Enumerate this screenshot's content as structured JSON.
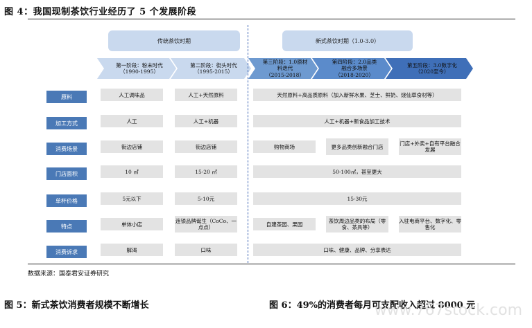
{
  "figure4_title": "图 4：我国现制茶饮行业经历了 5 个发展阶段",
  "period_traditional": "传统茶饮时期",
  "period_new": "新式茶饮时期（1.0-3.0）",
  "stages": [
    {
      "line1": "第一阶段：粉末时代",
      "line2": "（1990-1995）"
    },
    {
      "line1": "第二阶段：街头时代",
      "line2": "（1995-2015）"
    },
    {
      "line1": "第三阶段：1.0原材",
      "line2": "料迭代",
      "line3": "（2015-2018）"
    },
    {
      "line1": "第四阶段：2.0品类",
      "line2": "融合多场景",
      "line3": "（2018-2020）"
    },
    {
      "line1": "第五阶段：3.0数字化",
      "line2": "（2020至今）"
    }
  ],
  "row_labels": [
    "原料",
    "加工方式",
    "消费场景",
    "门店面积",
    "单杯价格",
    "特点",
    "消费诉求"
  ],
  "rows": {
    "raw": [
      "人工调味品",
      "人工+天然原料",
      "天然原料+高品质原料（加入新鲜水果、芝士、鲜奶、烧仙草食材等）"
    ],
    "process": [
      "人工",
      "人工+机器",
      "人工+机器+新食品加工技术"
    ],
    "scene": [
      "街边店铺",
      "街边店铺",
      "购物商场",
      "更多品类创新融合门店",
      "门店+外卖+自有平台融合发展"
    ],
    "area": [
      "10 ㎡",
      "15-20 ㎡",
      "50-100㎡，甚至更大"
    ],
    "price": [
      "5元以下",
      "5-10元",
      "15-30元"
    ],
    "feature": [
      "单体小店",
      "连锁品牌诞生（CoCo、一点点）",
      "自建茶园、果园",
      "茶饮周边品类的布局（零食、茶具等）",
      "入驻电商平台、数字化、零售化"
    ],
    "demand": [
      "解渴",
      "口味",
      "口味、健康、品牌、分享表达"
    ]
  },
  "source": "数据来源：国泰君安证券研究",
  "figure5_title": "图 5：新式茶饮消费者规模不断增长",
  "figure6_title": "图 6：49%的消费者每月可支配收入超过 8000 元",
  "watermark": "www.767stock.com",
  "colors": {
    "label_bg": "#4a79b6",
    "header_bg": "#c9d9ee",
    "cell_bg": "#e3e3e3",
    "chev_light": "#c9d9ee",
    "chev_mid": "#6e9ad0",
    "chev_dark": "#3f6fb8"
  }
}
